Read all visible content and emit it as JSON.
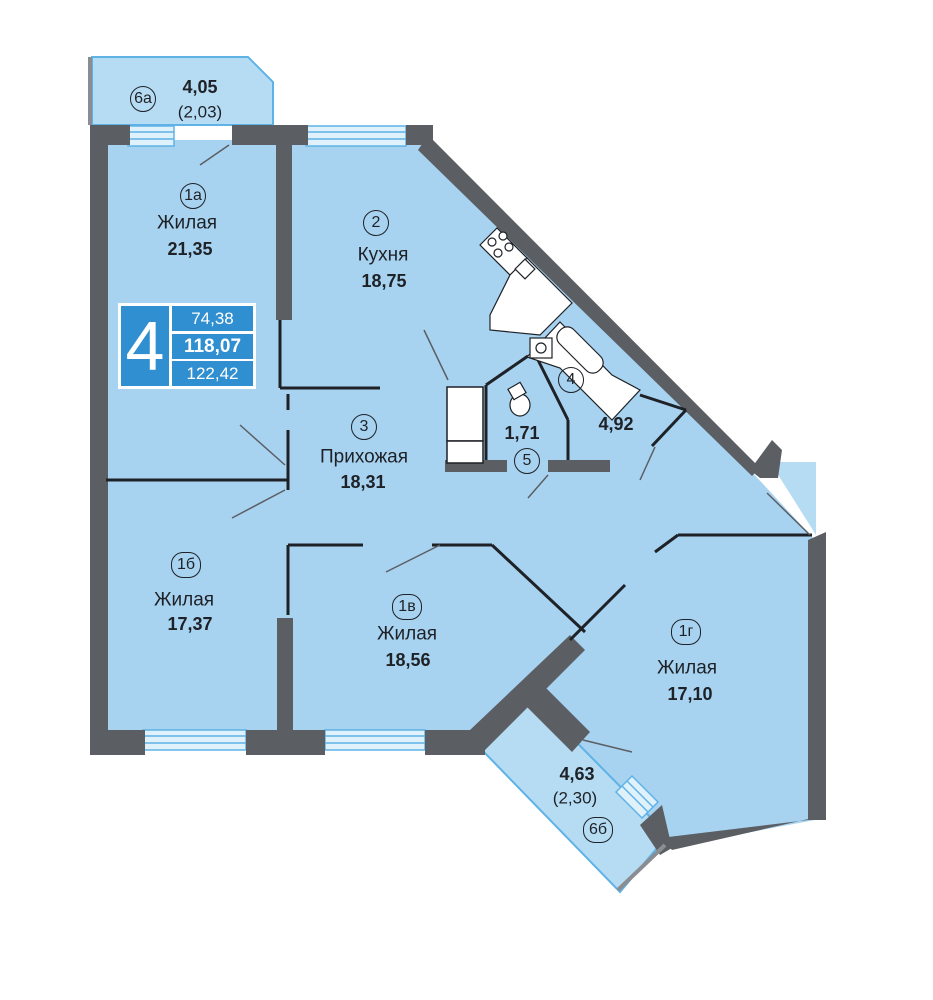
{
  "apartment": {
    "rooms_count": "4",
    "area_living": "74,38",
    "area_total": "118,07",
    "area_with_balconies": "122,42"
  },
  "rooms": {
    "r1a": {
      "marker": "1а",
      "name": "Жилая",
      "area": "21,35"
    },
    "r2": {
      "marker": "2",
      "name": "Кухня",
      "area": "18,75"
    },
    "r3": {
      "marker": "3",
      "name": "Прихожая",
      "area": "18,31"
    },
    "r4": {
      "marker": "4",
      "area": "4,92"
    },
    "r5": {
      "marker": "5",
      "area": "1,71"
    },
    "r1b": {
      "marker": "1б",
      "name": "Жилая",
      "area": "17,37"
    },
    "r1v": {
      "marker": "1в",
      "name": "Жилая",
      "area": "18,56"
    },
    "r1g": {
      "marker": "1г",
      "name": "Жилая",
      "area": "17,10"
    },
    "r6a": {
      "marker": "6а",
      "area": "4,05",
      "reduced_area": "(2,03)"
    },
    "r6b": {
      "marker": "6б",
      "area": "4,63",
      "reduced_area": "(2,30)"
    }
  },
  "colors": {
    "floor": "#a7d3f1",
    "balcony": "#b6dcf4",
    "wall": "#5b5e63",
    "window": "#dff1fb",
    "badge": "#2f8fd0",
    "text": "#1e2126"
  }
}
